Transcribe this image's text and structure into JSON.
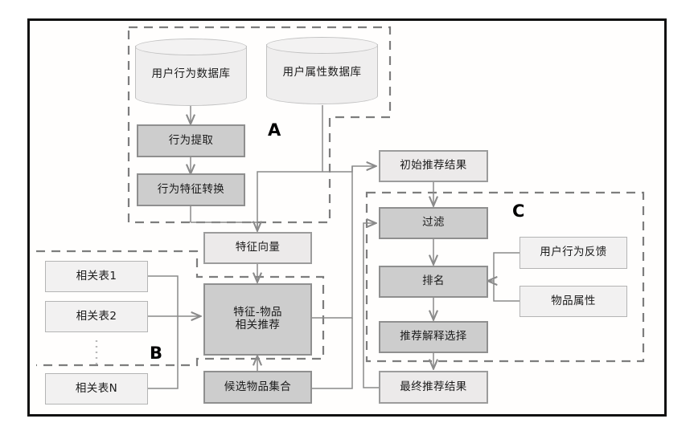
{
  "diagram": {
    "title": "Recommendation system architecture flowchart",
    "colors": {
      "dark_fill": "#cdcdcd",
      "light_fill": "#eceaea",
      "plain_fill": "#f2f1f1",
      "border": "#9c9c9c",
      "dashed": "#7d7d7d",
      "arrow": "#8a8a8a",
      "frame": "#111111"
    },
    "groups": [
      {
        "id": "A",
        "label": "A"
      },
      {
        "id": "B",
        "label": "B"
      },
      {
        "id": "C",
        "label": "C"
      }
    ],
    "databases": [
      {
        "id": "user-behavior-db",
        "label": "用户行为数据库"
      },
      {
        "id": "user-attribute-db",
        "label": "用户属性数据库"
      }
    ],
    "nodes": [
      {
        "id": "behavior-extraction",
        "label": "行为提取"
      },
      {
        "id": "behavior-feature-convert",
        "label": "行为特征转换"
      },
      {
        "id": "feature-vector",
        "label": "特征向量"
      },
      {
        "id": "feature-item-recommend",
        "label": "特征-物品\n相关推荐"
      },
      {
        "id": "candidate-item-set",
        "label": "候选物品集合"
      },
      {
        "id": "relation-table-1",
        "label": "相关表1"
      },
      {
        "id": "relation-table-2",
        "label": "相关表2"
      },
      {
        "id": "relation-table-n",
        "label": "相关表N"
      },
      {
        "id": "initial-recommend-result",
        "label": "初始推荐结果"
      },
      {
        "id": "filter",
        "label": "过滤"
      },
      {
        "id": "ranking",
        "label": "排名"
      },
      {
        "id": "explain-selection",
        "label": "推荐解释选择"
      },
      {
        "id": "final-recommend-result",
        "label": "最终推荐结果"
      },
      {
        "id": "user-behavior-feedback",
        "label": "用户行为反馈"
      },
      {
        "id": "item-attribute",
        "label": "物品属性"
      }
    ],
    "ellipsis": "⋮"
  }
}
